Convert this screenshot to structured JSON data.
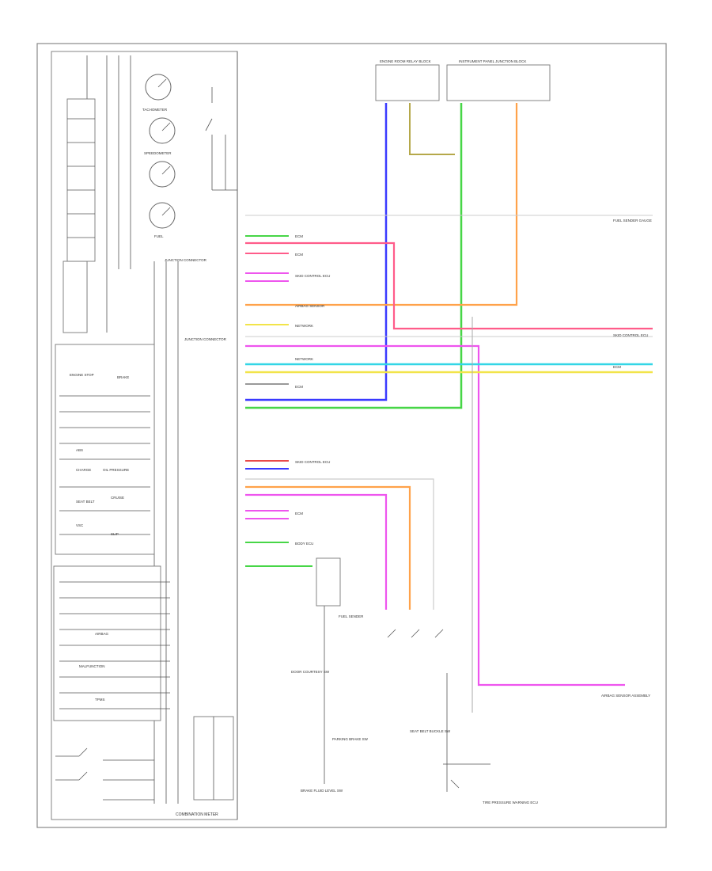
{
  "diagram": {
    "corner_code": "",
    "cluster_label": "COMBINATION METER",
    "gauge_labels": [
      "TACHOMETER",
      "SPEEDOMETER",
      "FUEL"
    ],
    "warning_labels": [
      "ENGINE STOP",
      "BRAKE",
      "ABS",
      "CHARGE",
      "OIL PRESSURE",
      "SEAT BELT",
      "CRUISE",
      "VSC",
      "SLIP",
      "AIRBAG",
      "MALFUNCTION",
      "TPMS"
    ],
    "connector_labels": [
      "JUNCTION CONNECTOR",
      "JUNCTION CONNECTOR",
      "ENGINE ROOM RELAY BLOCK",
      "INSTRUMENT PANEL JUNCTION BLOCK"
    ],
    "right_labels": [
      "FUEL SENDER GAUGE",
      "SKID CONTROL ECU",
      "ECM",
      "AIRBAG SENSOR ASSEMBLY"
    ],
    "wire_labels": [
      "ECM",
      "ECM",
      "SKID CONTROL ECU",
      "AIRBAG SENSOR",
      "NETWORK",
      "NETWORK",
      "ECM",
      "SKID CONTROL ECU",
      "ECM",
      "BODY ECU"
    ],
    "bottom_labels": [
      "FUEL SENDER",
      "DOOR COURTESY SW",
      "PARKING BRAKE SW",
      "BRAKE FLUID LEVEL SW",
      "SEAT BELT BUCKLE SW",
      "TIRE PRESSURE WARNING ECU"
    ]
  }
}
